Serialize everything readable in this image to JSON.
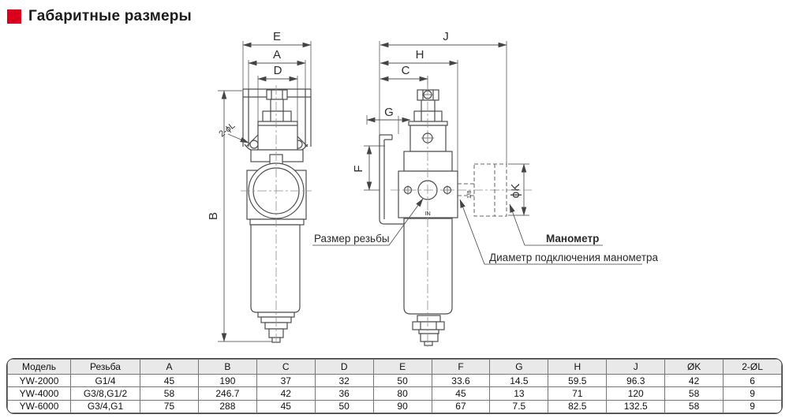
{
  "header": {
    "title": "Габаритные размеры",
    "bullet_color": "#d9001b"
  },
  "drawing": {
    "dims": {
      "E": "E",
      "A": "A",
      "D": "D",
      "B": "B",
      "J": "J",
      "H": "H",
      "C": "C",
      "G": "G",
      "F": "F",
      "K": "ϕK",
      "L": "2-ϕL"
    },
    "marks": {
      "in_port": "IN",
      "gauge_thread": "1/8"
    },
    "annotations": {
      "thread_size": "Размер резьбы",
      "manometer": "Манометр",
      "manometer_connection": "Диаметр подключения манометра"
    }
  },
  "table": {
    "columns": [
      "Модель",
      "Резьба",
      "A",
      "B",
      "C",
      "D",
      "E",
      "F",
      "G",
      "H",
      "J",
      "ØK",
      "2-ØL"
    ],
    "rows": [
      [
        "YW-2000",
        "G1/4",
        "45",
        "190",
        "37",
        "32",
        "50",
        "33.6",
        "14.5",
        "59.5",
        "96.3",
        "42",
        "6"
      ],
      [
        "YW-4000",
        "G3/8,G1/2",
        "58",
        "246.7",
        "42",
        "36",
        "80",
        "45",
        "13",
        "71",
        "120",
        "58",
        "9"
      ],
      [
        "YW-6000",
        "G3/4,G1",
        "75",
        "288",
        "45",
        "50",
        "90",
        "67",
        "7.5",
        "82.5",
        "132.5",
        "58",
        "9"
      ]
    ]
  }
}
